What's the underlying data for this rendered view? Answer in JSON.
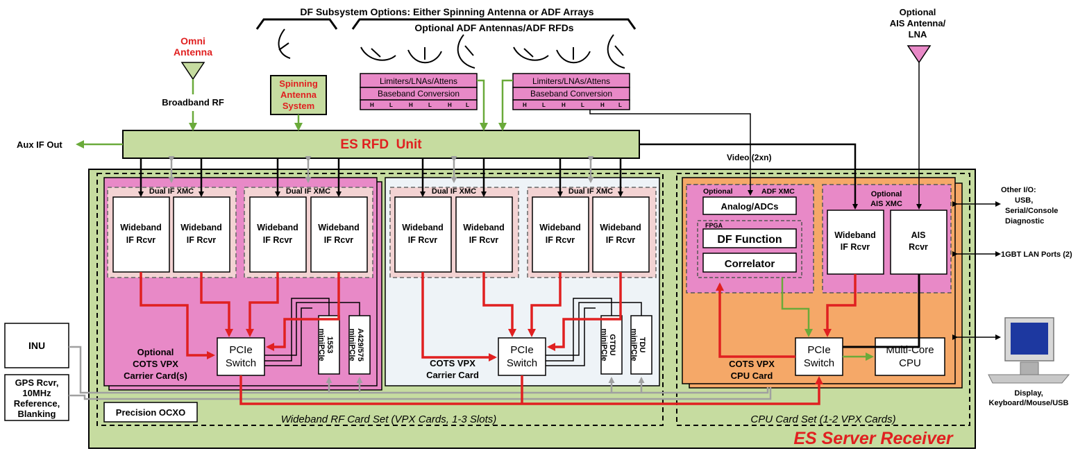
{
  "header": {
    "df_options": "DF Subsystem Options: Either Spinning Antenna or ADF Arrays",
    "adf_antennas": "Optional ADF Antennas/ADF RFDs",
    "ais_antenna": [
      "Optional",
      "AIS Antenna/",
      "LNA"
    ]
  },
  "omni": {
    "label": [
      "Omni",
      "Antenna"
    ],
    "signal": "Broadband RF"
  },
  "spinning": [
    "Spinning",
    "Antenna",
    "System"
  ],
  "rfd_blocks": {
    "row1": "Limiters/LNAs/Attens",
    "row2": "Baseband Conversion",
    "taps": [
      "H",
      "L",
      "H",
      "L",
      "H",
      "L"
    ]
  },
  "rfd_unit": {
    "title": "ES RFD  Unit",
    "aux": "Aux IF Out",
    "video": "Video (2xn)"
  },
  "xmc": {
    "dual": "Dual IF XMC",
    "rcvr": [
      "Wideband",
      "IF Rcvr"
    ]
  },
  "pcie": [
    "PCIe",
    "Switch"
  ],
  "minipcie": {
    "m1553": [
      "1553",
      "miniPCIe"
    ],
    "a429": [
      "A429/575",
      "miniPCIe"
    ],
    "gtdu": [
      "GTDU",
      "miniPCIe"
    ],
    "tdu": [
      "TDU",
      "miniPCIe"
    ]
  },
  "carrier1": [
    "Optional",
    "COTS VPX",
    "Carrier Card(s)"
  ],
  "carrier2": [
    "COTS VPX",
    "Carrier Card"
  ],
  "cpu_card": [
    "COTS VPX",
    "CPU Card"
  ],
  "adf_xmc": {
    "optional": "Optional",
    "title": "ADF XMC",
    "adcs": "Analog/ADCs",
    "fpga": "FPGA",
    "df": "DF Function",
    "corr": "Correlator"
  },
  "ais_xmc": {
    "title": [
      "Optional",
      "AIS XMC"
    ],
    "wb": [
      "Wideband",
      "IF Rcvr"
    ],
    "ais": [
      "AIS",
      "Rcvr"
    ]
  },
  "cpu": [
    "Multi-Core",
    "CPU"
  ],
  "left": {
    "inu": "INU",
    "gps": [
      "GPS Rcvr,",
      "10MHz",
      "Reference,",
      "Blanking"
    ],
    "ocxo": "Precision OCXO"
  },
  "right": {
    "other_io": [
      "Other I/O:",
      "USB,",
      "Serial/Console",
      "Diagnostic"
    ],
    "lan": "1GBT LAN Ports (2)",
    "display": [
      "Display,",
      "Keyboard/Mouse/USB"
    ]
  },
  "sets": {
    "wideband": "Wideband RF Card Set (VPX Cards, 1-3 Slots)",
    "cpu": "CPU Card Set (1-2 VPX Cards)"
  },
  "server": "ES Server Receiver",
  "colors": {
    "green": "#c6dca0",
    "pink": "#e889c7",
    "lightpink": "#f3d3d3",
    "orange": "#f5a868",
    "gray_card": "#eef3f7",
    "red_line": "#e02020",
    "green_line": "#6aaa3a",
    "gray_line": "#a0a0a0"
  }
}
